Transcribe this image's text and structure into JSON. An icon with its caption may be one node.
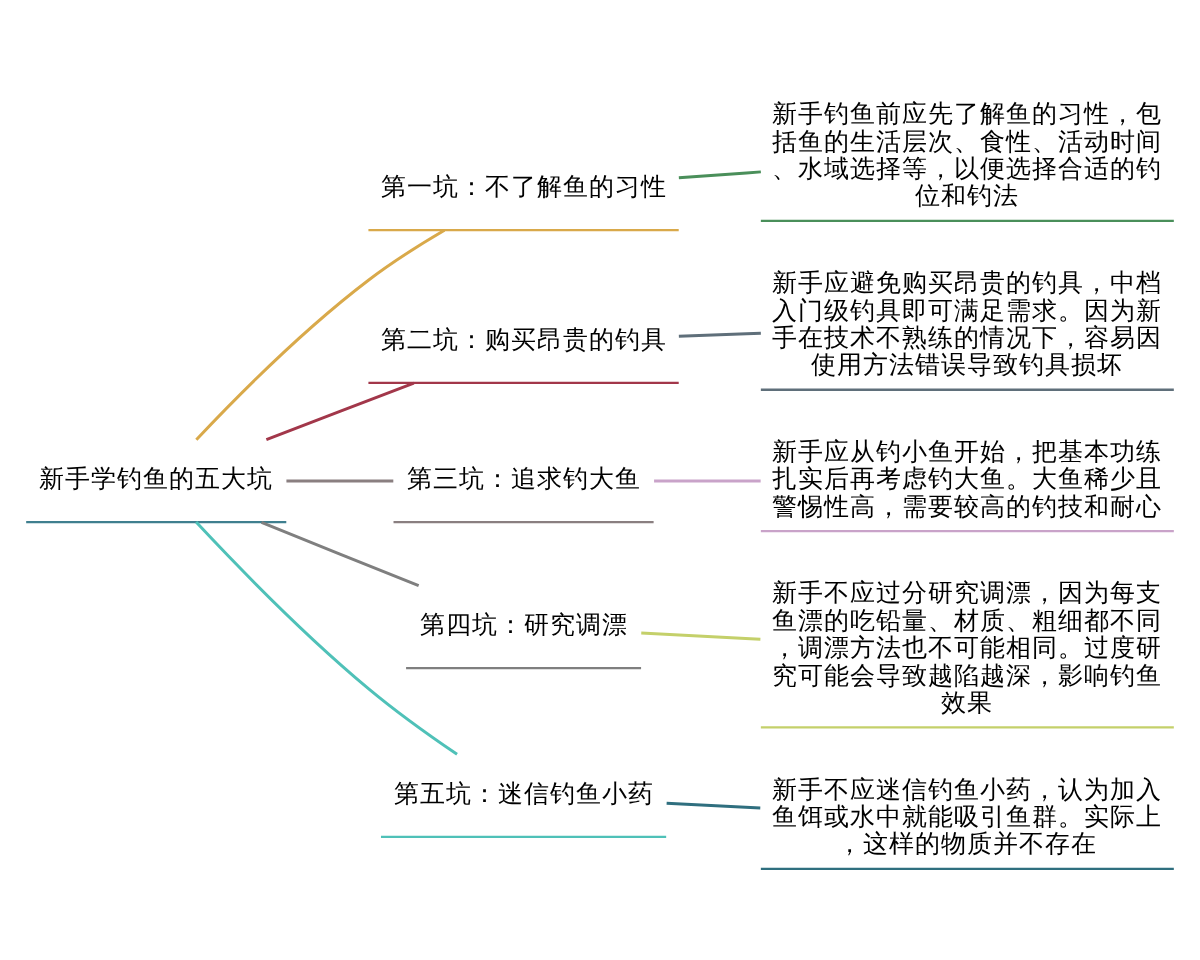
{
  "diagram": {
    "nodes": [
      {
        "text": [
          "新手学钓鱼的五大坑"
        ]
      },
      {
        "text": [
          "第一坑：不了解鱼的习性"
        ]
      },
      {
        "text": [
          "第二坑：购买昂贵的钓具"
        ]
      },
      {
        "text": [
          "第三坑：追求钓大鱼"
        ]
      },
      {
        "text": [
          "第四坑：研究调漂"
        ]
      },
      {
        "text": [
          "第五坑：迷信钓鱼小药"
        ]
      },
      {
        "text": [
          "新手钓鱼前应先了解鱼的习性，包括鱼的生活层次、食性、活动时间、水域选择等，以便选择合适的钓位和钓法"
        ]
      },
      {
        "text": [
          "新手应避免购买昂贵的钓具，中档入门级钓具即可满足需求。因为新手在技术不熟练的情况下，容易因使用方法错误导致钓具损坏"
        ]
      },
      {
        "text": [
          "新手应从钓小鱼开始，把基本功练扎实后再考虑钓大鱼。大鱼稀少且警惕性高，需要较高的钓技和耐心"
        ]
      },
      {
        "text": [
          "新手不应过分研究调漂，因为每支鱼漂的吃铅量、材质、粗细都不同，调漂方法也不可能相同。过度研究可能会导致越陷越深，影响钓鱼效果"
        ]
      },
      {
        "text": [
          "新手不应迷信钓鱼小药，认为加入鱼饵或水中就能吸引鱼群。实际上，这样的物质并不存在"
        ]
      }
    ],
    "edges": [
      {
        "from": 0,
        "to": 1,
        "arrow": "none",
        "color": "#d9a94a"
      },
      {
        "from": 0,
        "to": 2,
        "arrow": "none",
        "color": "#a2374a"
      },
      {
        "from": 0,
        "to": 3,
        "arrow": "none",
        "color": "#8a7f80"
      },
      {
        "from": 0,
        "to": 4,
        "arrow": "none",
        "color": "#7f7f7f"
      },
      {
        "from": 0,
        "to": 5,
        "arrow": "none",
        "color": "#4fc1b8"
      },
      {
        "from": 1,
        "to": 6,
        "arrow": "none",
        "color": "#4a8f5a"
      },
      {
        "from": 2,
        "to": 7,
        "arrow": "none",
        "color": "#5f6f7a"
      },
      {
        "from": 3,
        "to": 8,
        "arrow": "none",
        "color": "#c9a3c9"
      },
      {
        "from": 4,
        "to": 9,
        "arrow": "none",
        "color": "#c4d06a"
      },
      {
        "from": 5,
        "to": 10,
        "arrow": "none",
        "color": "#2f6f7f"
      }
    ]
  }
}
